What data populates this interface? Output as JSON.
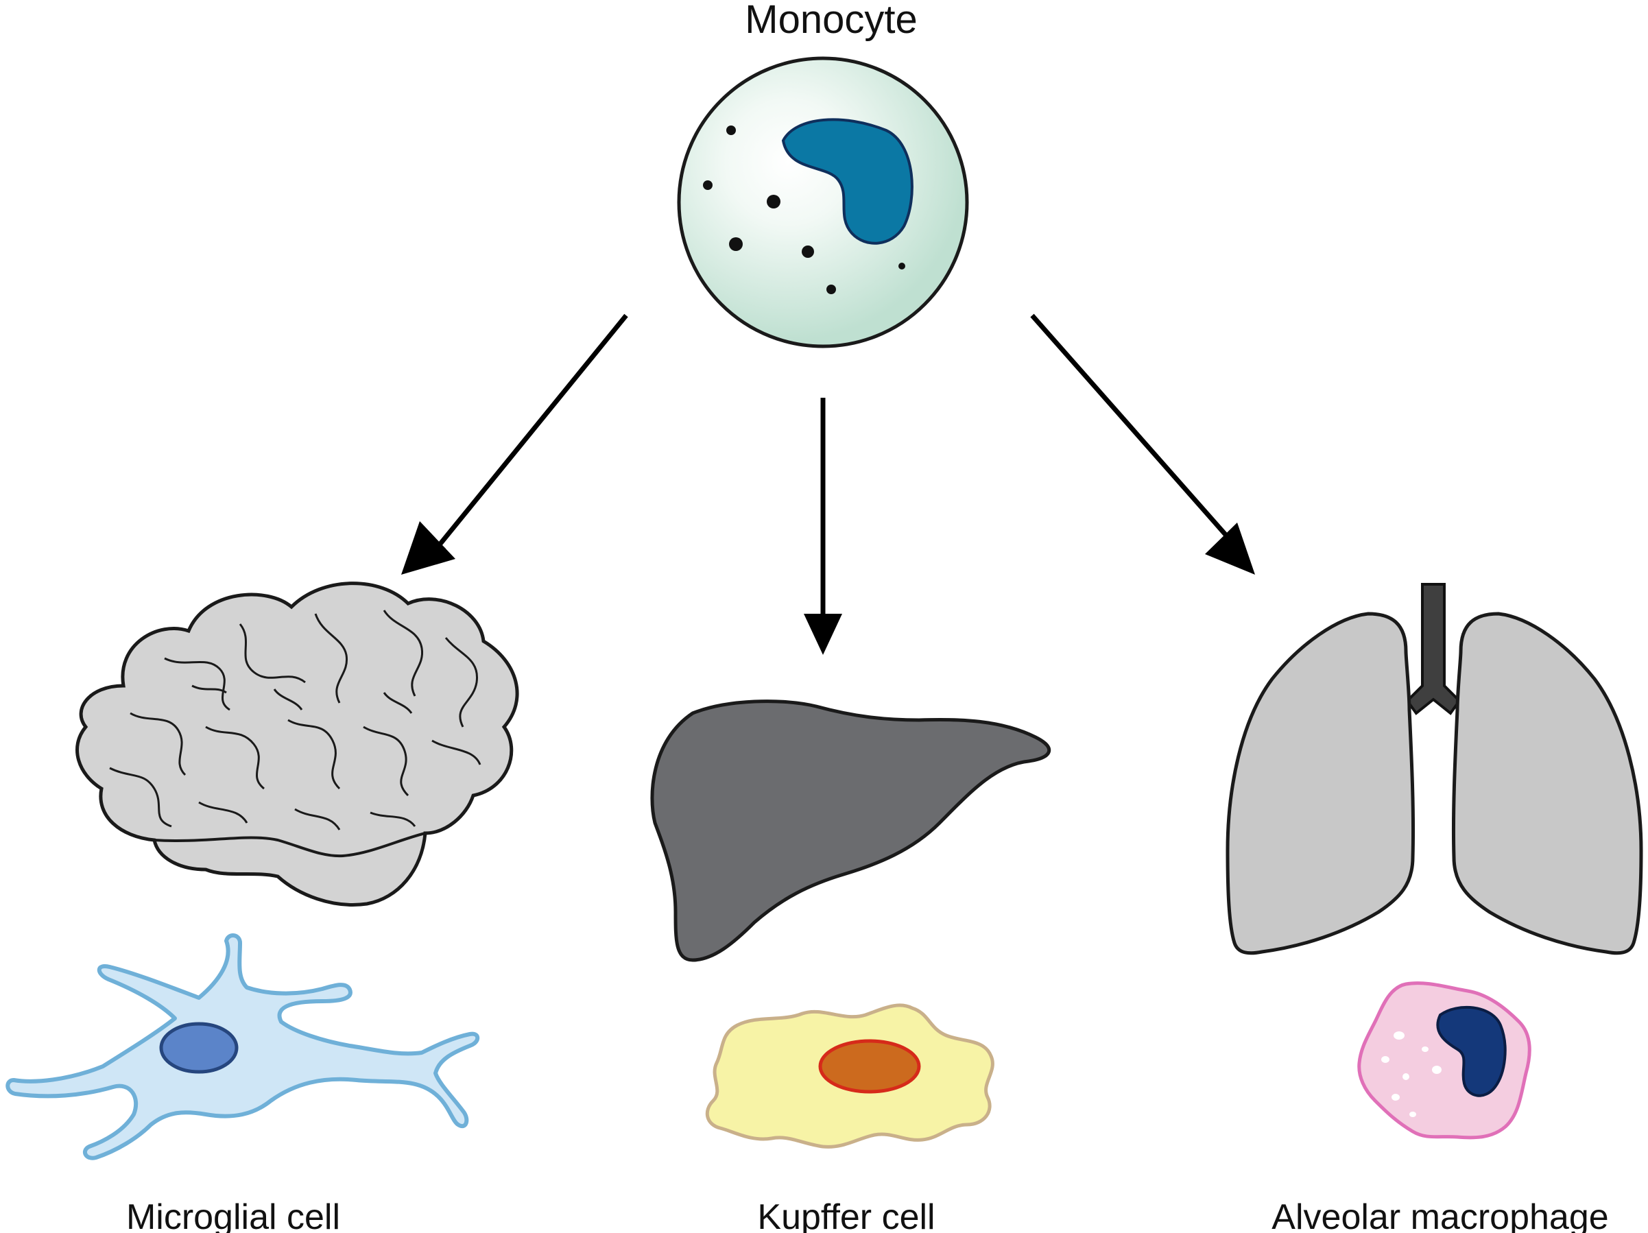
{
  "source": {
    "label": "Monocyte"
  },
  "targets": [
    {
      "organ": "brain",
      "label": "Microglial cell"
    },
    {
      "organ": "liver",
      "label": "Kupffer cell"
    },
    {
      "organ": "lungs",
      "label": "Alveolar macrophage"
    }
  ],
  "colors": {
    "monocyte_fill": "#cfe8dc",
    "monocyte_nucleus": "#0b78a4",
    "brain_fill": "#d3d3d3",
    "liver_fill": "#6b6c6f",
    "lungs_fill": "#c8c8c8",
    "trachea": "#3f3f3f",
    "microglia_fill": "#cfe6f6",
    "microglia_outline": "#6fb0d8",
    "microglia_nucleus": "#5b84c9",
    "kupffer_fill": "#f7f3a6",
    "kupffer_outline": "#c9b08a",
    "kupffer_nucleus": "#cc6a1e",
    "kupffer_nucleus_outline": "#d62a1a",
    "alveolar_fill": "#f4cde0",
    "alveolar_outline": "#e070b8",
    "alveolar_nucleus": "#14387a"
  }
}
